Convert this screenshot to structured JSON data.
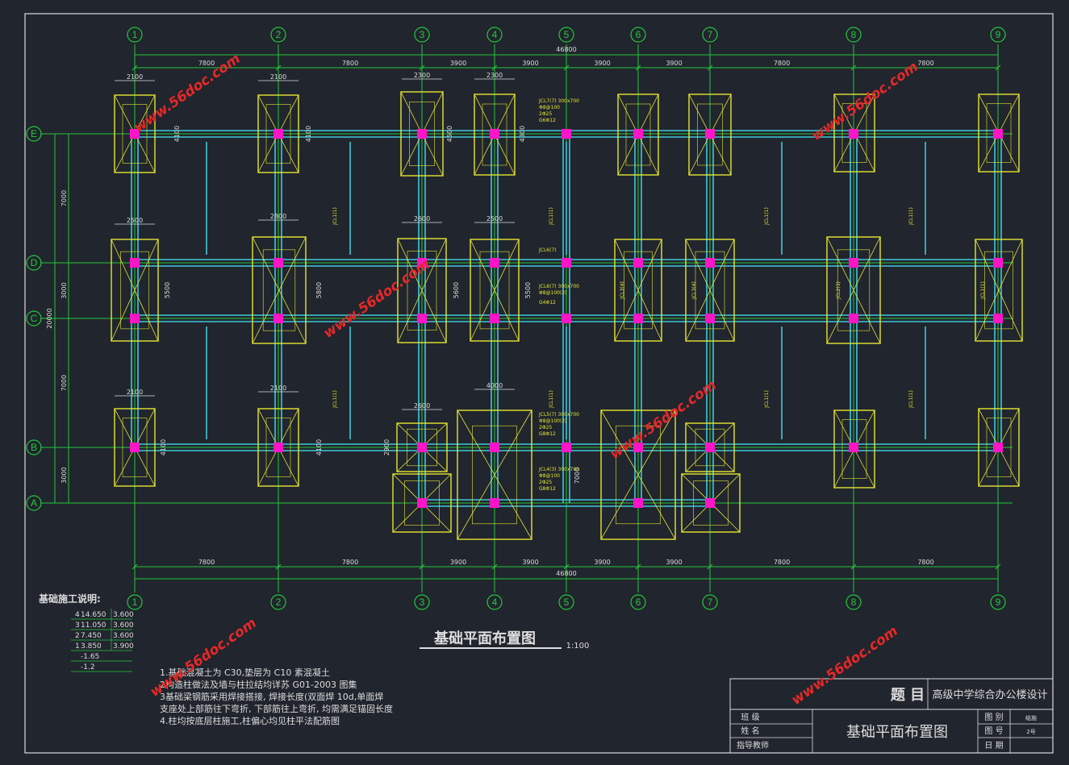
{
  "colors": {
    "background": "#21252d",
    "frame": "#dcdcdc",
    "axis": "#22c83c",
    "beam": "#3cc8dc",
    "footing": "#e6e632",
    "column": "#ff14c8",
    "centerline": "#dc2828",
    "watermark": "#e62828",
    "text": "#dcdcdc"
  },
  "grid": {
    "columns": [
      "1",
      "2",
      "3",
      "4",
      "5",
      "6",
      "7",
      "8",
      "9"
    ],
    "rows": [
      "E",
      "D",
      "C",
      "B",
      "A"
    ]
  },
  "dimensions": {
    "total_width": "46800",
    "bays_top": [
      "7800",
      "7800",
      "3900",
      "3900",
      "3900",
      "3900",
      "7800",
      "7800"
    ],
    "bays_bottom": [
      "7800",
      "7800",
      "3900",
      "3900",
      "3900",
      "3900",
      "7800",
      "7800"
    ],
    "left_spans": [
      "7000",
      "3000",
      "7000",
      "3000"
    ],
    "total_height": "20000"
  },
  "footing_dims": [
    "2100",
    "2100",
    "2300",
    "2300",
    "2500",
    "2800",
    "2600",
    "2500",
    "2100",
    "2100",
    "2600",
    "4000"
  ],
  "footing_depths": [
    "4100",
    "4100",
    "4500",
    "4300",
    "5500",
    "5800",
    "5600",
    "5500",
    "4100",
    "4100",
    "2900",
    "7000"
  ],
  "beam_notes": {
    "jcl7_title": "JCL7(7) 300x700",
    "jcl7_line1": "Φ8@100",
    "jcl7_line2": "2Φ25",
    "jcl7_line3": "G6Φ12",
    "jcl6_title": "JCL6(7)",
    "jcl6_spec": "JCL6(7) 300x700",
    "jcl6_line1": "Φ8@100(2)",
    "jcl6_line2": "G4Φ12",
    "jcl5_title": "JCL5(7) 300x700",
    "jcl5_line1": "Φ8@100(2)",
    "jcl5_line2": "2Φ25",
    "jcl5_line3": "G8Φ12",
    "jcl4_title": "JCL4(3) 300x700",
    "jcl4_line1": "Φ8@100",
    "jcl4_line2": "2Φ25",
    "jcl4_line3": "G8Φ12",
    "vertical_labels": [
      "JCL1(1)",
      "JCL1(1)",
      "JCL1(1)",
      "JCL1(1)",
      "JCL1(1)",
      "JCL1(1)",
      "JCL1(1)",
      "JCL1(1)",
      "JCL3(4)",
      "JCL3(4)",
      "JCL2(3)",
      "JCL1(1)"
    ]
  },
  "watermark_text": "www.56doc.com",
  "notes": {
    "heading": "基础施工说明:",
    "items": [
      "1.基础混凝土为 C30,垫层为  C10  素混凝土",
      "2构造柱做法及墙与柱拉结均详苏 G01-2003 图集",
      "3基础梁钢筋采用焊接搭接, 焊接长度(双面焊 10d,单面焊",
      "  支座处上部筋往下弯折, 下部筋往上弯折, 均需满足锚固长度",
      "4.柱均按底层柱施工,柱偏心均见柱平法配筋图"
    ]
  },
  "level_table": {
    "rows": [
      [
        "4",
        "14.650",
        "3.600"
      ],
      [
        "3",
        "11.050",
        "3.600"
      ],
      [
        "2",
        "7.450",
        "3.600"
      ],
      [
        "1",
        "3.850",
        "3.900"
      ],
      [
        "",
        "-1.65",
        ""
      ],
      [
        "",
        "-1.2",
        ""
      ]
    ]
  },
  "drawing_title": "基础平面布置图",
  "scale": "1:100",
  "title_block": {
    "subject_label": "题  目",
    "subject_value": "高级中学综合办公楼设计",
    "class_label": "班  级",
    "name_label": "姓  名",
    "teacher_label": "指导教师",
    "drawing_name": "基础平面布置图",
    "type_label": "图  别",
    "type_value": "结施",
    "number_label": "图  号",
    "number_value": "2号",
    "date_label": "日  期"
  }
}
